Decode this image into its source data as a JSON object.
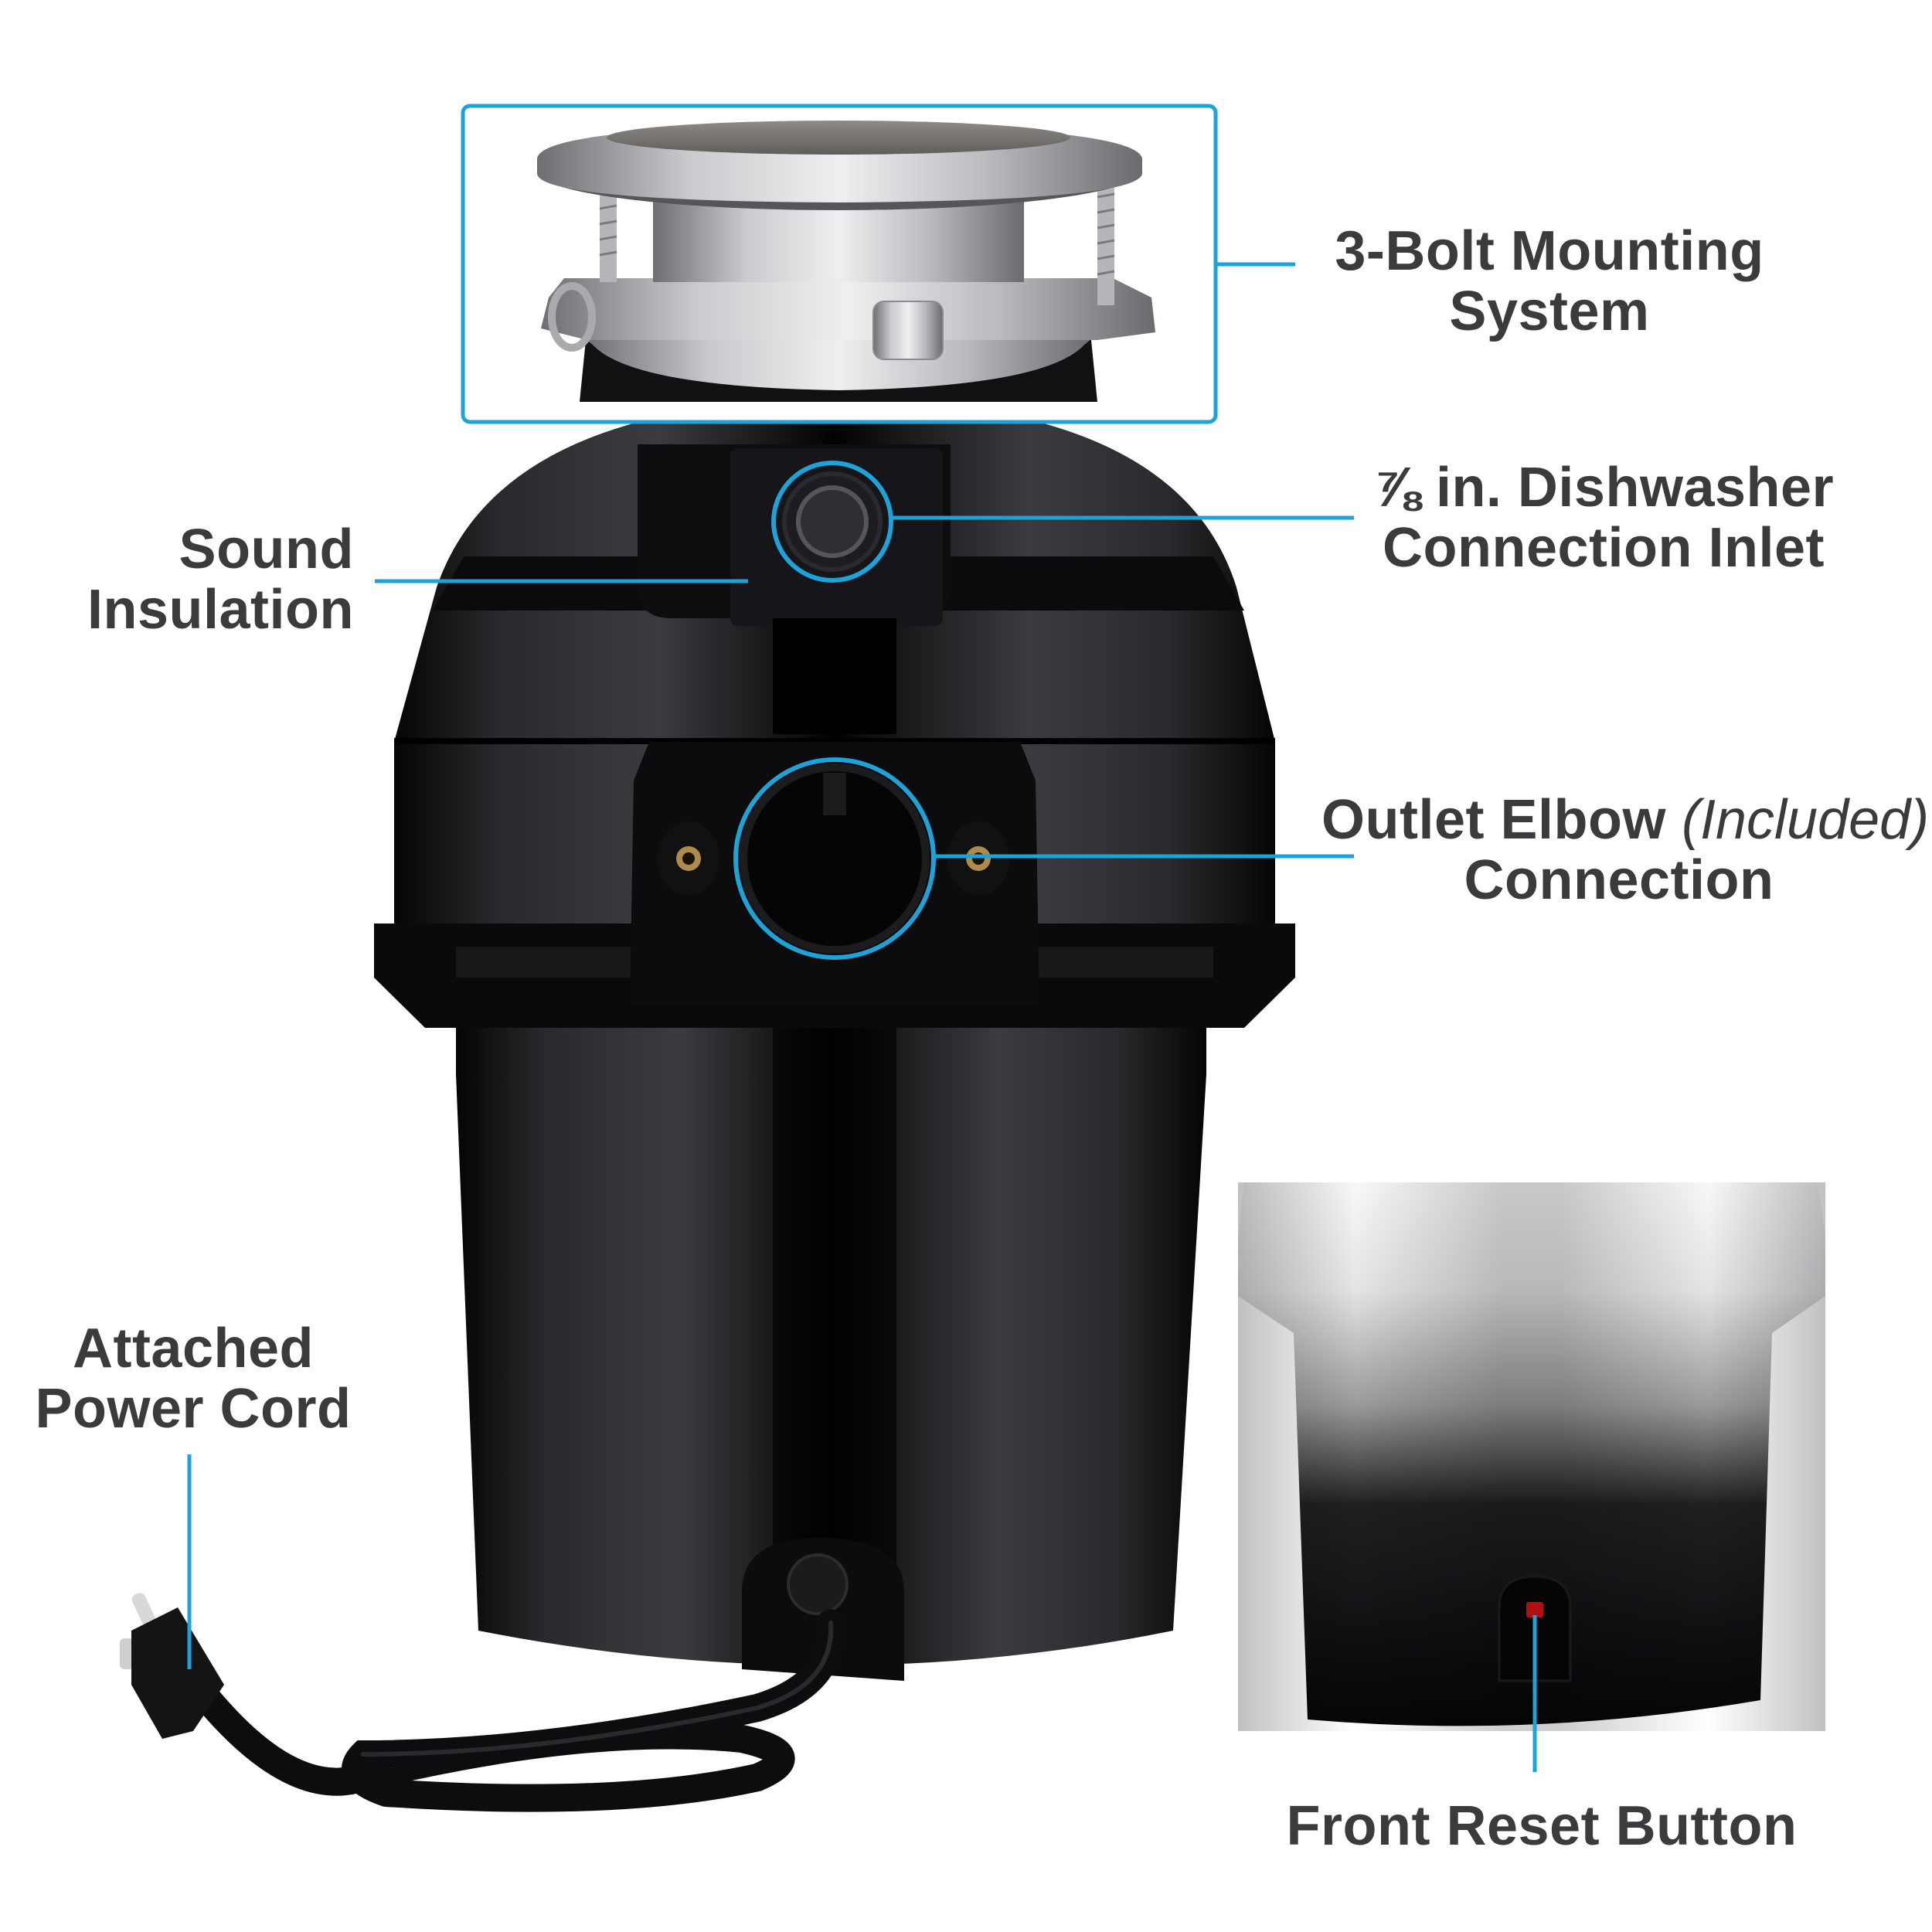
{
  "accent_color": "#1ea3d8",
  "text_color": "#3b3a3c",
  "reset_button_color": "#b01010",
  "callouts": {
    "mounting": {
      "line1": "3-Bolt Mounting",
      "line2": "System"
    },
    "dishwasher": {
      "fraction": "⅞",
      "line1_rest": " in. Dishwasher",
      "line2": "Connection Inlet"
    },
    "sound": {
      "line1": "Sound",
      "line2": "Insulation"
    },
    "outlet": {
      "line1": "Outlet Elbow",
      "line1_note": " (Included)",
      "line2": "Connection"
    },
    "power": {
      "line1": "Attached",
      "line2": "Power Cord"
    },
    "reset": {
      "line1": "Front Reset Button"
    }
  }
}
